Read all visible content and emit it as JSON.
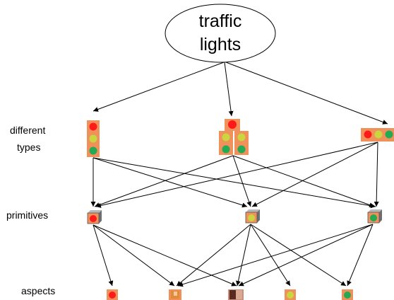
{
  "root": {
    "line1": "traffic",
    "line2": "lights"
  },
  "row_labels": {
    "types_line1": "different",
    "types_line2": "types",
    "primitives": "primitives",
    "aspects": "aspects"
  },
  "colors": {
    "housing": "#f0905a",
    "red": "#ff1a1a",
    "yellow": "#c9d63e",
    "green": "#22aa55",
    "box_top": "#b8b8b8",
    "box_side": "#6e6e6e"
  }
}
